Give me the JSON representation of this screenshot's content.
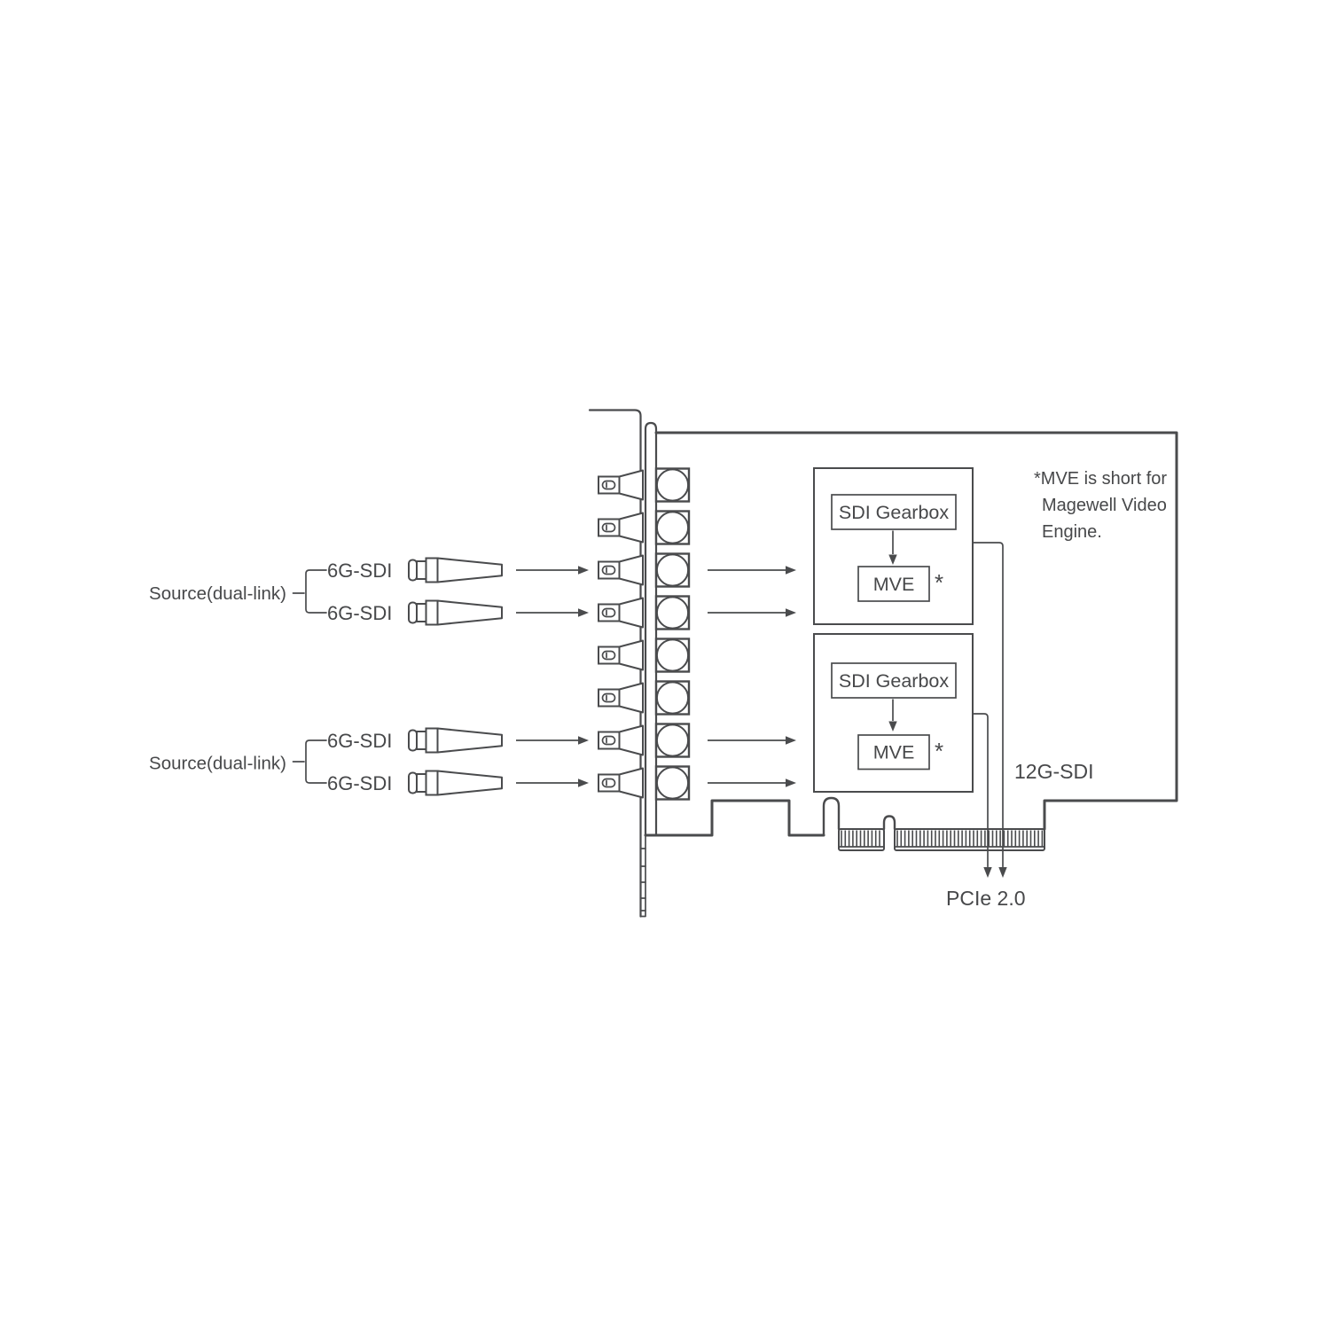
{
  "diagram": {
    "background": "#ffffff",
    "stroke_color": "#4a4b4d",
    "text_color": "#47484a",
    "sources": [
      {
        "label": "Source(dual-link)",
        "links": [
          "6G-SDI",
          "6G-SDI"
        ]
      },
      {
        "label": "Source(dual-link)",
        "links": [
          "6G-SDI",
          "6G-SDI"
        ]
      }
    ],
    "card": {
      "connector_count": 8,
      "engine_blocks": [
        {
          "gearbox_label": "SDI Gearbox",
          "engine_label": "MVE",
          "footnote_marker": "*"
        },
        {
          "gearbox_label": "SDI Gearbox",
          "engine_label": "MVE",
          "footnote_marker": "*"
        }
      ],
      "output_label": "12G-SDI",
      "bus_label": "PCIe 2.0",
      "note_lines": [
        "*MVE is short for",
        "Magewell Video",
        "Engine."
      ]
    }
  }
}
